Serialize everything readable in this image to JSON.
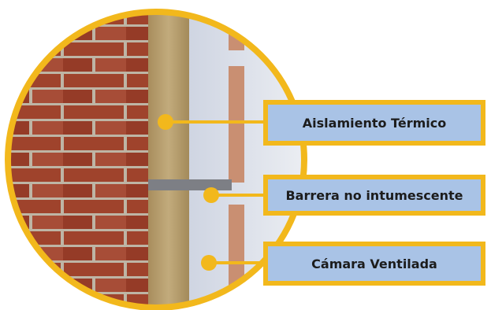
{
  "labels": {
    "thermal_insulation": "Aislamiento Térmico",
    "non_intumescent_barrier": "Barrera no intumescente",
    "ventilated_chamber": "Cámara Ventilada"
  },
  "colors": {
    "accent": "#f2b81c",
    "label_fill": "#a9c3e6",
    "brick": "#a8472f",
    "mortar": "#c9bfae",
    "insulation": "#b59d6c",
    "cavity": "#dfe4ee",
    "panel": "#c98f72"
  }
}
